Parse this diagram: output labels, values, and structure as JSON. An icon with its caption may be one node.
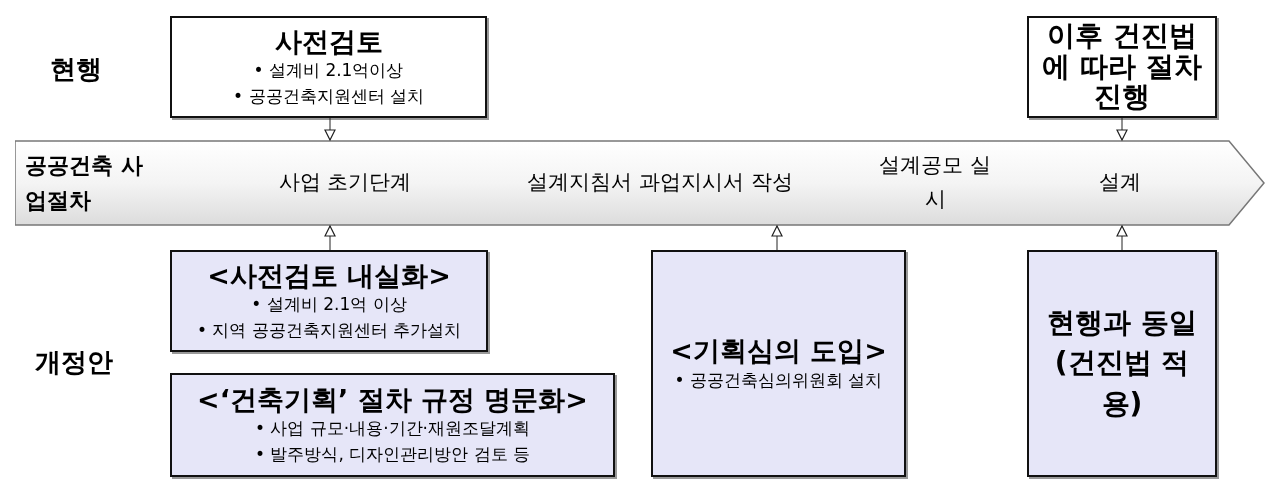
{
  "diagram": {
    "nodes": [
      {
        "text": [
          "공공건축 사업절차"
        ]
      },
      {
        "text": [
          "사업 초기단계"
        ],
        "in": 0
      },
      {
        "text": [
          "설계지침서 과업지시서 작성"
        ],
        "in": 0
      },
      {
        "text": [
          "설계공모 실시"
        ],
        "in": 0
      },
      {
        "text": [
          "설계"
        ],
        "in": 0
      },
      {
        "text": [
          "사전검토",
          "• 설계비 2.1억이상",
          "• 공공건축지원센터 설치"
        ]
      },
      {
        "text": [
          "이후 건진법에 따라 절차 진행"
        ]
      },
      {
        "text": [
          "<사전검토 내실화>",
          "• 설계비 2.1억 이상",
          "• 지역 공공건축지원센터 추가설치"
        ]
      },
      {
        "text": [
          "<‘건축기획’ 절차 규정 명문화>",
          "• 사업 규모·내용·기간·재원조달계획",
          "• 발주방식, 디자인관리방안 검토 등"
        ]
      },
      {
        "text": [
          "<기획심의 도입>",
          "• 공공건축심의위원회 설치"
        ]
      },
      {
        "text": [
          "현행과 동일 (건진법 적용)"
        ]
      }
    ],
    "edges": [
      {
        "from": 5,
        "to": 1,
        "arrow": "to"
      },
      {
        "from": 6,
        "to": 4,
        "arrow": "to"
      },
      {
        "from": 7,
        "to": 1,
        "arrow": "to"
      },
      {
        "from": 9,
        "to": 2,
        "arrow": "to"
      },
      {
        "from": 10,
        "to": 4,
        "arrow": "to"
      }
    ],
    "labels": [
      "현행",
      "개정안"
    ]
  }
}
